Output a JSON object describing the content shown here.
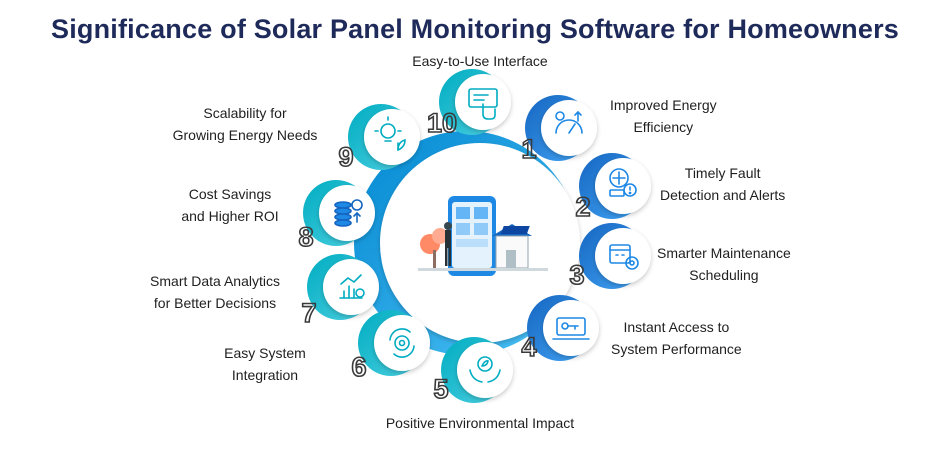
{
  "title": "Significance of Solar Panel Monitoring Software for Homeowners",
  "accent_colors": {
    "blue": "#1e88e5",
    "cyan": "#00bcd4",
    "navy": "#1e2a5a",
    "number_gray": "#3a3a3a"
  },
  "center_icon": "smartphone-solar-house-icon",
  "items": [
    {
      "number": "1",
      "label_lines": [
        "Improved Energy",
        "Efficiency"
      ],
      "icon": "lightbulb-gauge-icon"
    },
    {
      "number": "2",
      "label_lines": [
        "Timely Fault",
        "Detection and Alerts"
      ],
      "icon": "alert-panel-icon"
    },
    {
      "number": "3",
      "label_lines": [
        "Smarter Maintenance",
        "Scheduling"
      ],
      "icon": "calendar-gear-icon"
    },
    {
      "number": "4",
      "label_lines": [
        "Instant Access to",
        "System Performance"
      ],
      "icon": "laptop-key-icon"
    },
    {
      "number": "5",
      "label_lines": [
        "Positive Environmental Impact"
      ],
      "icon": "hands-leaf-icon"
    },
    {
      "number": "6",
      "label_lines": [
        "Easy System",
        "Integration"
      ],
      "icon": "gear-sync-icon"
    },
    {
      "number": "7",
      "label_lines": [
        "Smart Data Analytics",
        "for Better Decisions"
      ],
      "icon": "analytics-chart-icon"
    },
    {
      "number": "8",
      "label_lines": [
        "Cost Savings",
        "and Higher ROI"
      ],
      "icon": "coin-stack-icon"
    },
    {
      "number": "9",
      "label_lines": [
        "Scalability for",
        "Growing Energy Needs"
      ],
      "icon": "bulb-plant-icon"
    },
    {
      "number": "10",
      "label_lines": [
        "Easy-to-Use Interface"
      ],
      "icon": "touch-screen-icon"
    }
  ]
}
